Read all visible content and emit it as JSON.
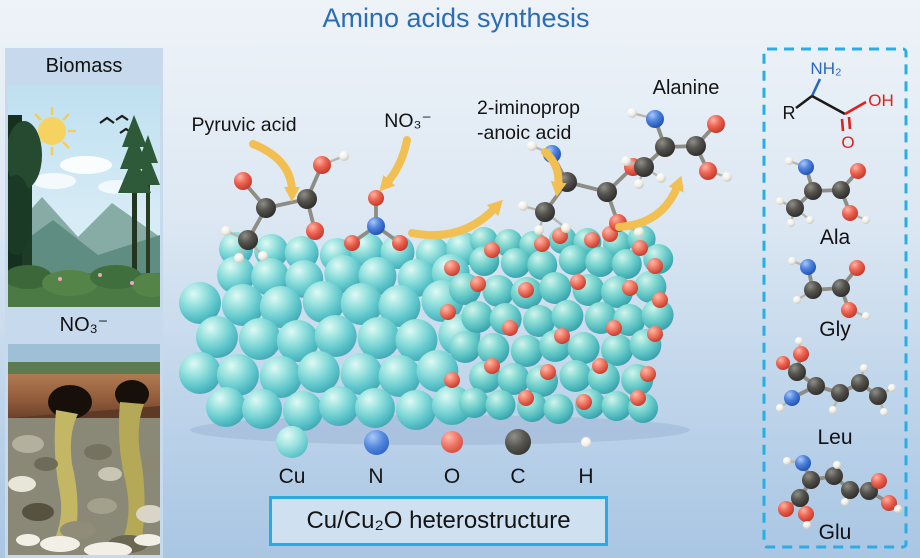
{
  "title": "Amino acids synthesis",
  "left_panel": {
    "biomass_label": "Biomass",
    "nitrate_label": "NO₃⁻"
  },
  "pathway": {
    "pyruvic_acid_label": "Pyruvic acid",
    "nitrate_label": "NO₃⁻",
    "intermediate_label_line1": "2-iminoprop",
    "intermediate_label_line2": "-anoic acid",
    "alanine_label": "Alanine"
  },
  "legend": {
    "items": [
      {
        "symbol": "Cu",
        "color": "#6fd0d2"
      },
      {
        "symbol": "N",
        "color": "#3a6fd0"
      },
      {
        "symbol": "O",
        "color": "#e8574a"
      },
      {
        "symbol": "C",
        "color": "#45443f"
      },
      {
        "symbol": "H",
        "color": "#f2f1e9"
      }
    ]
  },
  "footer": {
    "box_label": "Cu/Cu₂O heterostructure"
  },
  "right_panel": {
    "formula": {
      "amine": "NH₂",
      "r_group": "R",
      "hydroxyl": "OH",
      "carbonyl_o": "O"
    },
    "amino_acids": [
      {
        "label": "Ala"
      },
      {
        "label": "Gly"
      },
      {
        "label": "Leu"
      },
      {
        "label": "Glu"
      }
    ]
  },
  "colors": {
    "title": "#2a6db5",
    "arrow": "#f2bf52",
    "panel_border": "#29ade4",
    "box_border": "#2aa9e2",
    "background_top": "#eef3f8",
    "background_bottom": "#a9c6e3"
  }
}
